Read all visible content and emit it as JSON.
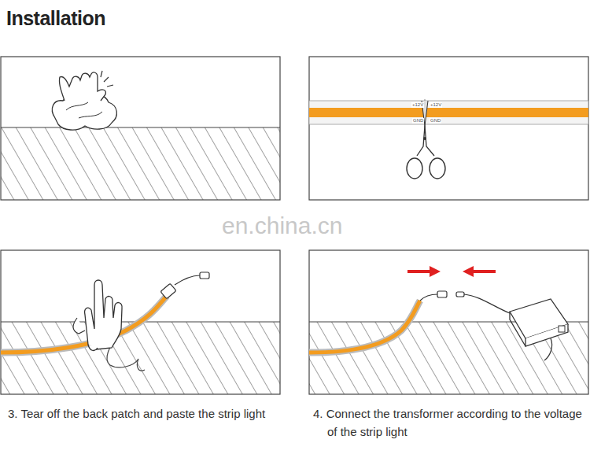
{
  "diagram": {
    "title": "Installation",
    "labels": [
      "+12V",
      "+12V",
      "GND",
      "GND",
      "en.china.cn",
      "3. Tear off the back patch and paste the strip light",
      "4. Connect the transformer according to the voltage of the strip light"
    ]
  }
}
